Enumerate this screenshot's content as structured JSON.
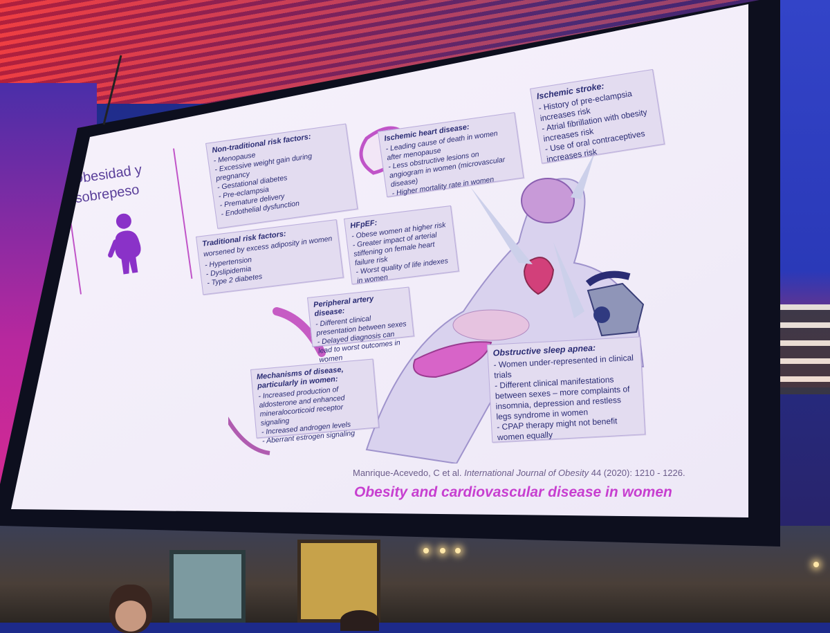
{
  "slide": {
    "title": "Obesidad y sobrepeso",
    "boxes": {
      "non_traditional": {
        "heading": "Non-traditional risk factors:",
        "items": [
          "- Menopause",
          "- Excessive weight gain during pregnancy",
          "- Gestational diabetes",
          "- Pre-eclampsia",
          "- Premature delivery",
          "- Endothelial dysfunction"
        ]
      },
      "traditional": {
        "heading": "Traditional risk factors:",
        "sub": "worsened by excess adiposity in women",
        "items": [
          "- Hypertension",
          "- Dyslipidemia",
          "- Type 2 diabetes"
        ]
      },
      "ischemic_heart": {
        "heading": "Ischemic heart disease:",
        "items": [
          "- Leading cause of death in women after menopause",
          "- Less obstructive lesions on angiogram in women (microvascular disease)",
          "- Higher mortality rate in women"
        ]
      },
      "ischemic_stroke": {
        "heading": "Ischemic stroke:",
        "items": [
          "- History of pre-eclampsia increases risk",
          "- Atrial fibrillation with obesity increases risk",
          "- Use of oral contraceptives increases risk"
        ]
      },
      "hfpef": {
        "heading": "HFpEF:",
        "items": [
          "- Obese women at higher risk",
          "- Greater impact of arterial stiffening on female heart failure risk",
          "- Worst quality of life indexes in women"
        ]
      },
      "peripheral": {
        "heading": "Peripheral artery disease:",
        "items": [
          "- Different clinical presentation between sexes",
          "- Delayed diagnosis can lead to worst outcomes in women"
        ]
      },
      "mechanisms": {
        "heading": "Mechanisms of disease, particularly in women:",
        "items": [
          "- Increased production of aldosterone and enhanced mineralocorticoid receptor signaling",
          "- Increased androgen levels",
          "- Aberrant estrogen signaling"
        ]
      },
      "sleep_apnea": {
        "heading": "Obstructive sleep apnea:",
        "items": [
          "- Women under-represented in clinical trials",
          "- Different clinical manifestations between sexes – more complaints of insomnia, depression and restless legs syndrome in women",
          "- CPAP therapy might not benefit women equally"
        ]
      }
    },
    "citation_authors": "Manrique-Acevedo, C et al.",
    "citation_journal": "International Journal of Obesity",
    "citation_details": "44 (2020): 1210 - 1226.",
    "footer_title": "Obesity and cardiovascular disease in women"
  },
  "colors": {
    "accent": "#c73fd0",
    "box_bg": "#e3dcf0",
    "text": "#2a2c74",
    "icon": "#8a32c8"
  }
}
